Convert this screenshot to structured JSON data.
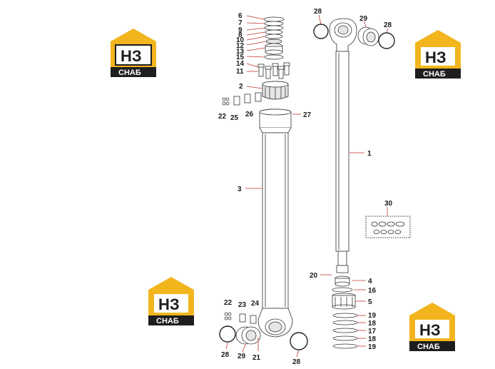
{
  "diagram": {
    "callouts": {
      "c1": "1",
      "c2": "2",
      "c3": "3",
      "c4": "4",
      "c5": "5",
      "c6": "6",
      "c7": "7",
      "c9": "9",
      "c8": "8",
      "c10": "10",
      "c12": "12",
      "c13": "13",
      "c15": "15",
      "c14": "14",
      "c11": "11",
      "c16": "16",
      "c17": "17",
      "c18a": "18",
      "c18b": "18",
      "c19a": "19",
      "c19b": "19",
      "c20": "20",
      "c21": "21",
      "c22a": "22",
      "c22b": "22",
      "c23": "23",
      "c24": "24",
      "c25": "25",
      "c26": "26",
      "c27": "27",
      "c28a": "28",
      "c28b": "28",
      "c28c": "28",
      "c28d": "28",
      "c29a": "29",
      "c29b": "29",
      "c30": "30"
    }
  },
  "watermark": {
    "brand_letters": "НЗ",
    "brand_sub": "СНАБ",
    "colors": {
      "yellow": "#f2b51e",
      "dark": "#1e1e1e"
    }
  }
}
